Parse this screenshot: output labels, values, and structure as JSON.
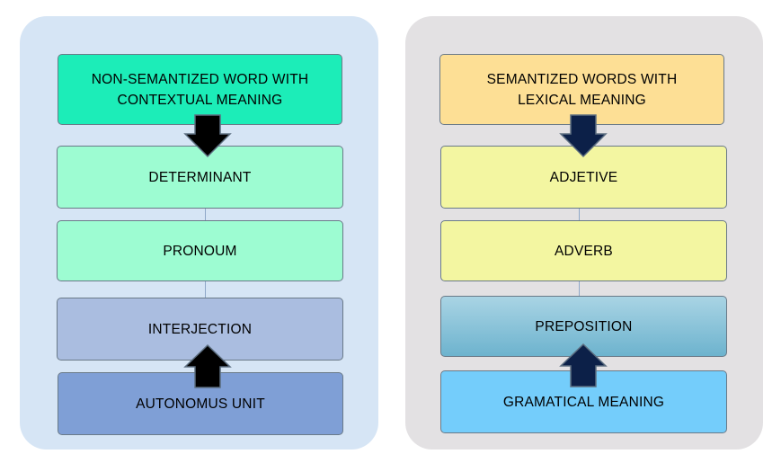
{
  "left_panel": {
    "header": "NON-SEMANTIZED WORD WITH CONTEXTUAL MEANING",
    "items": [
      "DETERMINANT",
      "PRONOUM",
      "INTERJECTION"
    ],
    "footer": "AUTONOMUS UNIT",
    "arrow_color": "#000000",
    "colors": {
      "panel": "#d6e5f5",
      "header": "#1cedb8",
      "items": [
        "#9dfcd2",
        "#9dfcd2",
        "#aabde0"
      ],
      "footer": "#7f9fd6"
    }
  },
  "right_panel": {
    "header": "SEMANTIZED WORDS WITH LEXICAL MEANING",
    "items": [
      "ADJETIVE",
      "ADVERB",
      "PREPOSITION"
    ],
    "footer": "GRAMATICAL MEANING",
    "arrow_color": "#0c2048",
    "colors": {
      "panel": "#e3e1e3",
      "header": "#fddf95",
      "items": [
        "#f3f6a1",
        "#f3f6a1",
        "#7fbfd6"
      ],
      "footer": "#74cdfb"
    }
  }
}
